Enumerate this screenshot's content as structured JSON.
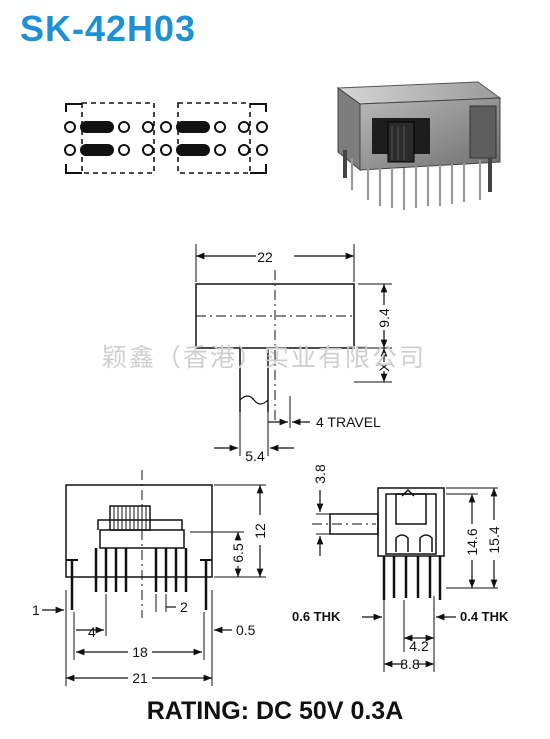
{
  "title": "SK-42H03",
  "rating": "RATING: DC 50V 0.3A",
  "watermark": "颖鑫（香港）实业有限公司",
  "dimensions": {
    "top_width": "22",
    "top_height": "9.4",
    "x_label": "X",
    "travel": "4 TRAVEL",
    "actuator_width": "5.4",
    "front_height_12": "12",
    "front_height_65": "6.5",
    "pin_1": "1",
    "pin_2": "2",
    "pitch_4": "4",
    "span_18": "18",
    "span_21": "21",
    "thk_05": "0.5",
    "side_38": "3.8",
    "side_146": "14.6",
    "side_154": "15.4",
    "thk_06": "0.6 THK",
    "thk_04": "0.4 THK",
    "side_42": "4.2",
    "side_88": "8.8"
  }
}
